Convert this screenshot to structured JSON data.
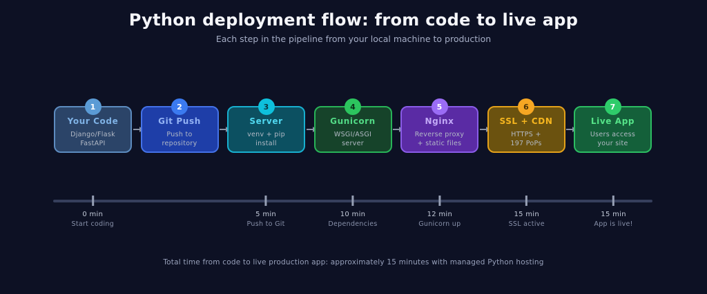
{
  "header": {
    "title": "Python deployment flow: from code to live app",
    "subtitle": "Each step in the pipeline from your local machine to production"
  },
  "steps": [
    {
      "number": "1",
      "title": "Your Code",
      "description": "Django/Flask\nFastAPI",
      "colors": {
        "bg": "#2b4468",
        "border": "#5d8cc0",
        "badge": "#5b9bd5",
        "badge_text": "#ffffff",
        "title": "#7fb2e5"
      }
    },
    {
      "number": "2",
      "title": "Git Push",
      "description": "Push to\nrepository",
      "colors": {
        "bg": "#1e3ea8",
        "border": "#4472e8",
        "badge": "#3b7af0",
        "badge_text": "#ffffff",
        "title": "#93b3f5"
      }
    },
    {
      "number": "3",
      "title": "Server",
      "description": "venv + pip\ninstall",
      "colors": {
        "bg": "#0c5061",
        "border": "#18b0d0",
        "badge": "#0ec0dc",
        "badge_text": "#093642",
        "title": "#50d8f0"
      }
    },
    {
      "number": "4",
      "title": "Gunicorn",
      "description": "WSGI/ASGI\nserver",
      "colors": {
        "bg": "#16432a",
        "border": "#28b458",
        "badge": "#2cc45e",
        "badge_text": "#0a3018",
        "title": "#52da85"
      }
    },
    {
      "number": "5",
      "title": "Nginx",
      "description": "Reverse proxy\n+ static files",
      "colors": {
        "bg": "#5a2ba4",
        "border": "#8a5ce8",
        "badge": "#9a6cf5",
        "badge_text": "#ffffff",
        "title": "#c3aaf7"
      }
    },
    {
      "number": "6",
      "title": "SSL + CDN",
      "description": "HTTPS +\n197 PoPs",
      "colors": {
        "bg": "#6b520f",
        "border": "#e5a21a",
        "badge": "#f5a623",
        "badge_text": "#4a3205",
        "title": "#f6b61f"
      }
    },
    {
      "number": "7",
      "title": "Live App",
      "description": "Users access\nyour site",
      "colors": {
        "bg": "#14603a",
        "border": "#2cbd62",
        "badge": "#2ecc6a",
        "badge_text": "#ffffff",
        "title": "#55e388"
      }
    }
  ],
  "timeline": {
    "milestones": [
      {
        "time": "0 min",
        "label": "Start coding",
        "x_pct": "6.6%"
      },
      {
        "time": "5 min",
        "label": "Push to Git",
        "x_pct": "35.5%"
      },
      {
        "time": "10 min",
        "label": "Dependencies",
        "x_pct": "50.0%"
      },
      {
        "time": "12 min",
        "label": "Gunicorn up",
        "x_pct": "64.5%"
      },
      {
        "time": "15 min",
        "label": "SSL active",
        "x_pct": "79.0%"
      },
      {
        "time": "15 min",
        "label": "App is live!",
        "x_pct": "93.5%"
      }
    ]
  },
  "footer": {
    "note": "Total time from code to live production app: approximately 15 minutes with managed Python hosting"
  }
}
